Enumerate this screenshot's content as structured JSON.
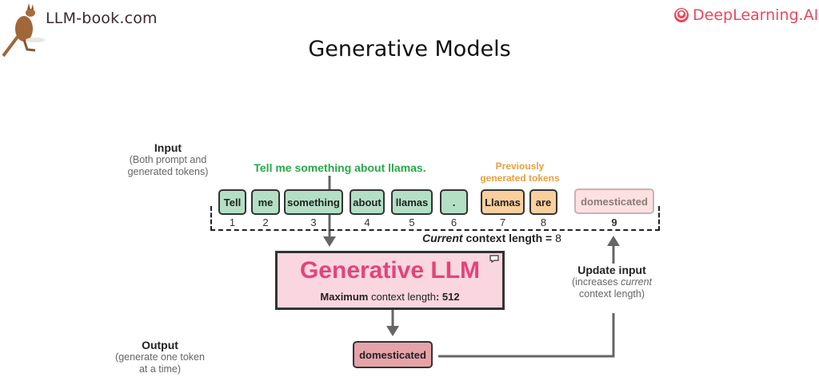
{
  "header": {
    "brand_left": "LLM-book.com",
    "brand_right": "DeepLearning.AI",
    "title": "Generative Models"
  },
  "colors": {
    "prompt_token": "#b3dfc4",
    "generated_token": "#f9cf9e",
    "next_token": "#fde0e0",
    "output_token": "#e5a3a8",
    "llm_box": "#f9d6e0",
    "llm_title": "#e0457b",
    "prompt_text": "#2aa84a",
    "prev_label": "#e8a040",
    "brand_right": "#e8485f"
  },
  "input_label": {
    "title": "Input",
    "sub1": "(Both prompt and",
    "sub2": "generated tokens)"
  },
  "prompt_text": "Tell me something about llamas.",
  "prev_label": {
    "line1": "Previously",
    "line2": "generated tokens"
  },
  "tokens": [
    {
      "text": "Tell",
      "index": "1",
      "kind": "prompt"
    },
    {
      "text": "me",
      "index": "2",
      "kind": "prompt"
    },
    {
      "text": "something",
      "index": "3",
      "kind": "prompt"
    },
    {
      "text": "about",
      "index": "4",
      "kind": "prompt"
    },
    {
      "text": "llamas",
      "index": "5",
      "kind": "prompt"
    },
    {
      "text": ".",
      "index": "6",
      "kind": "prompt"
    },
    {
      "text": "Llamas",
      "index": "7",
      "kind": "generated"
    },
    {
      "text": "are",
      "index": "8",
      "kind": "generated"
    }
  ],
  "next_token": {
    "text": "domesticated",
    "index": "9"
  },
  "context": {
    "prefix": "Current",
    "middle": " context length = ",
    "value": "8"
  },
  "llm": {
    "title": "Generative LLM",
    "sub_bold": "Maximum",
    "sub_mid": " context length",
    "sub_end": ": 512"
  },
  "output_label": {
    "title": "Output",
    "sub1": "(generate one token",
    "sub2": "at a time)"
  },
  "output_token": "domesticated",
  "update_label": {
    "title": "Update input",
    "sub1_pre": "(increases ",
    "sub1_em": "current",
    "sub2": "context length)"
  }
}
